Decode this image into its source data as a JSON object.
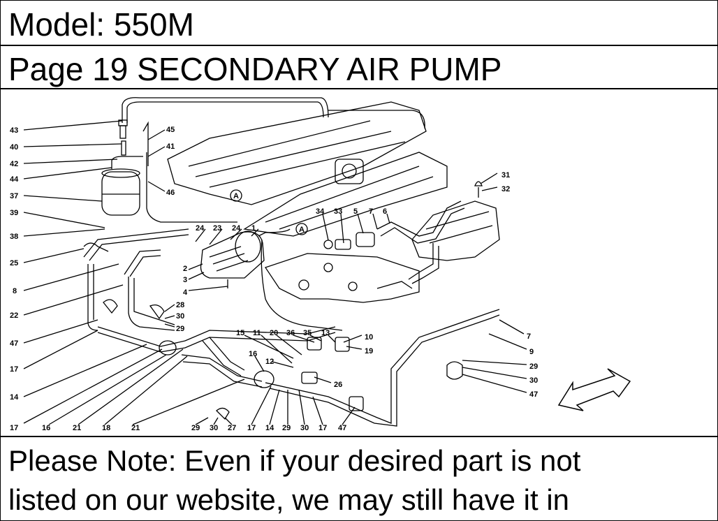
{
  "header": {
    "model": "Model: 550M",
    "page": "Page 19  SECONDARY AIR PUMP"
  },
  "note": {
    "line1": "Please Note: Even if your desired part is not",
    "line2": "listed on our website, we may still have it in"
  },
  "diagram": {
    "left_callouts": [
      "43",
      "40",
      "42",
      "44",
      "37",
      "39",
      "38",
      "25",
      "8",
      "22",
      "47",
      "17",
      "14",
      "17",
      "16",
      "21",
      "18",
      "21"
    ],
    "center_callouts": [
      "45",
      "41",
      "46",
      "24",
      "23",
      "24",
      "1",
      "2",
      "3",
      "4",
      "28",
      "30",
      "29",
      "34",
      "33",
      "5",
      "7",
      "6",
      "31",
      "32"
    ],
    "lower_callouts": [
      "15",
      "11",
      "20",
      "36",
      "35",
      "13",
      "10",
      "19",
      "16",
      "12",
      "26",
      "7",
      "9",
      "29",
      "30",
      "47",
      "29",
      "30",
      "27",
      "17",
      "14",
      "29",
      "30",
      "17",
      "47"
    ],
    "reference_marker": "A"
  }
}
